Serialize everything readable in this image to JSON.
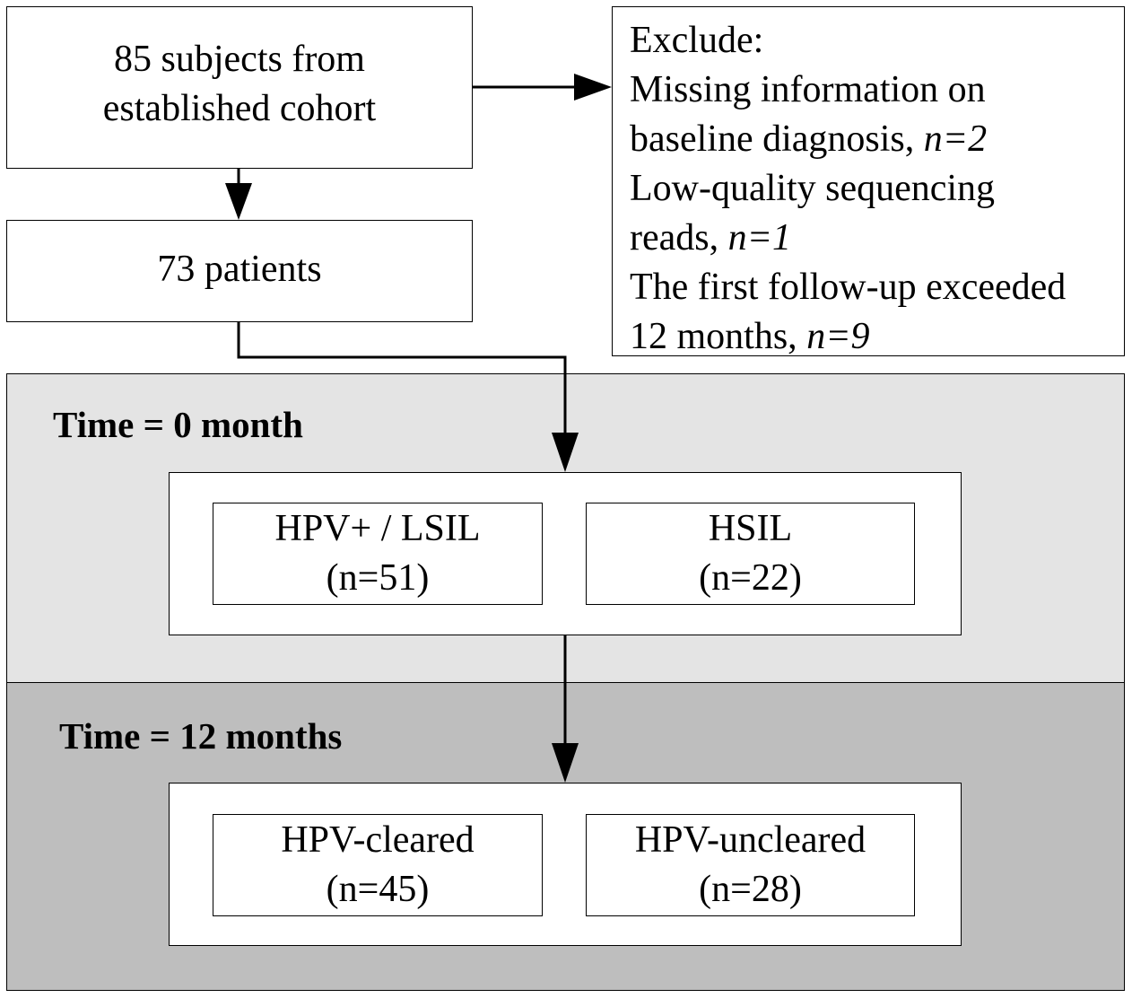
{
  "cohort": {
    "line1": "85 subjects from",
    "line2": "established cohort"
  },
  "patients": {
    "label": "73 patients"
  },
  "exclude": {
    "title": "Exclude:",
    "item1_line1": "Missing information on",
    "item1_line2": "baseline diagnosis,",
    "item1_n": "n=2",
    "item2_line1": "Low-quality sequencing",
    "item2_line2": "reads,",
    "item2_n": "n=1",
    "item3_line1": "The first follow-up exceeded",
    "item3_line2": "12 months,",
    "item3_n": "n=9"
  },
  "time0": {
    "label": "Time = 0 month",
    "group1": {
      "name": "HPV+ / LSIL",
      "count": "(n=51)"
    },
    "group2": {
      "name": "HSIL",
      "count": "(n=22)"
    }
  },
  "time12": {
    "label": "Time = 12 months",
    "group1": {
      "name": "HPV-cleared",
      "count": "(n=45)"
    },
    "group2": {
      "name": "HPV-uncleared",
      "count": "(n=28)"
    }
  },
  "colors": {
    "band_light": "#e4e4e4",
    "band_dark": "#bebebe",
    "stroke": "#000000"
  }
}
